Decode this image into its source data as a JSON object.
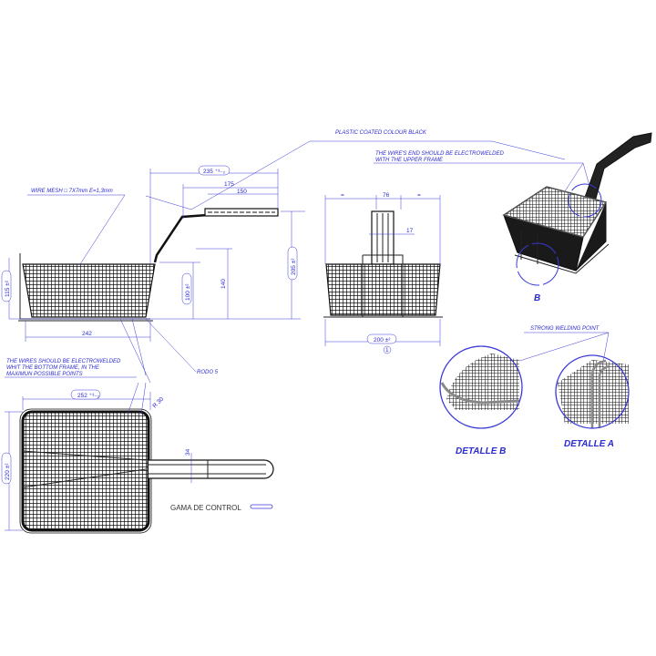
{
  "notes": {
    "plastic_coated": "PLASTIC COATED COLOUR BLACK",
    "wire_end_1": "THE WIRE'S END SHOULD BE ELECTROWELDED",
    "wire_end_2": "WITH THE UPPER FRAME",
    "wire_mesh": "WIRE MESH □ 7X7mm E=1,3mm",
    "bottom_1": "THE WIRES SHOULD BE ELECTROWELDED",
    "bottom_2": "WHIT THE BOTTOM FRAME, IN THE",
    "bottom_3": "MAXIMUN POSSIBLE POINTS",
    "rod": "RODO 5",
    "strong_weld": "STRONG WELDING POINT",
    "gama": "GAMA DE CONTROL"
  },
  "side_view": {
    "d_235": "235 ⁺³₋₂",
    "d_175": "175",
    "d_150": "150",
    "d_205": "205 ±²",
    "d_140": "140",
    "d_100": "100 ±²",
    "d_115": "115 ±²",
    "d_242": "242"
  },
  "front_view": {
    "eq_left": "=",
    "d_76": "76",
    "eq_right": "=",
    "d_17": "17",
    "d_200": "200 ±²",
    "ref": "1"
  },
  "top_view": {
    "d_252": "252 ⁺³₋₂",
    "r_30": "R 30",
    "d_34": "34",
    "d_220": "220 ±²"
  },
  "iso_view": {
    "label_b": "B"
  },
  "details": {
    "b": "DETALLE B",
    "a": "DETALLE A"
  }
}
